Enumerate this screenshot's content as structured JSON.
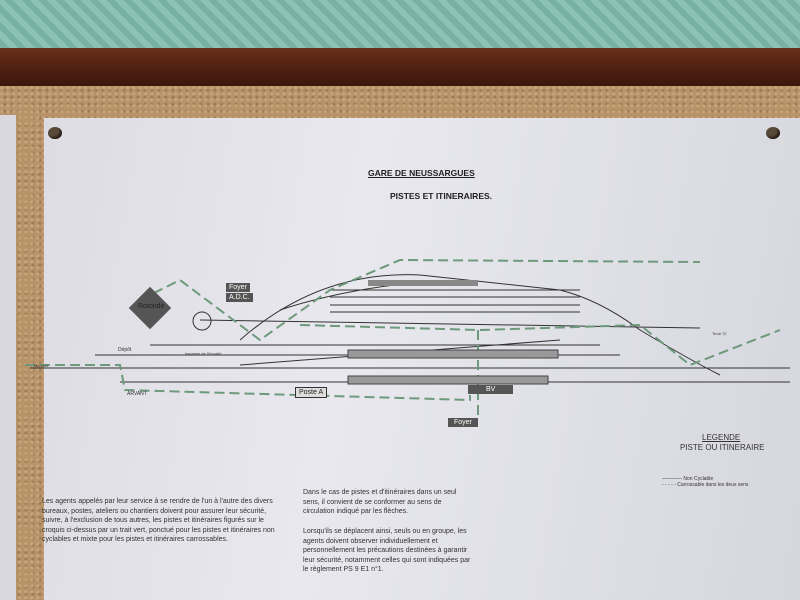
{
  "document": {
    "title": "GARE DE NEUSSARGUES",
    "subtitle": "PISTES ET ITINERAIRES.",
    "labels": {
      "rotonde": "Rotonde",
      "foyer_top": "Foyer",
      "adc": "A.D.C.",
      "depot": "Dépôt",
      "impasse": "Impasse de Sécurité",
      "arvant": "ARVANT",
      "millau": "MILLAU",
      "poste_a": "Poste A",
      "bv": "BV",
      "foyer_bottom": "Foyer",
      "tiroir": "Tiroir 72"
    },
    "legend": {
      "heading": "LEGENDE",
      "subheading": "PISTE OU ITINERAIRE",
      "items": [
        "Non Cyclable",
        "Carrossable dans les deux sens"
      ]
    },
    "paragraphs": [
      "Les agents appelés par leur service à se rendre de l'un à l'autre des divers bureaux, postes, ateliers ou chantiers doivent pour assurer leur sécurité, suivre, à l'exclusion de tous autres, les pistes et itinéraires figurés sur le croquis ci-dessus par un trait vert, ponctué pour les pistes et itinéraires non cyclables et mixte pour les pistes et itinéraires carrossables.",
      "Dans le cas de pistes et d'itinéraires dans un seul sens, il convient de se conformer au sens de circulation indiqué par les flèches.",
      "Lorsqu'ils se déplacent ainsi, seuls ou en groupe, les agents doivent observer individuellement et personnellement les précautions destinées à garantir leur sécurité, notamment celles qui sont indiquées par le règlement PS 9 E1 n°1."
    ],
    "colors": {
      "track": "#333333",
      "path": "#6d9a7c"
    }
  }
}
